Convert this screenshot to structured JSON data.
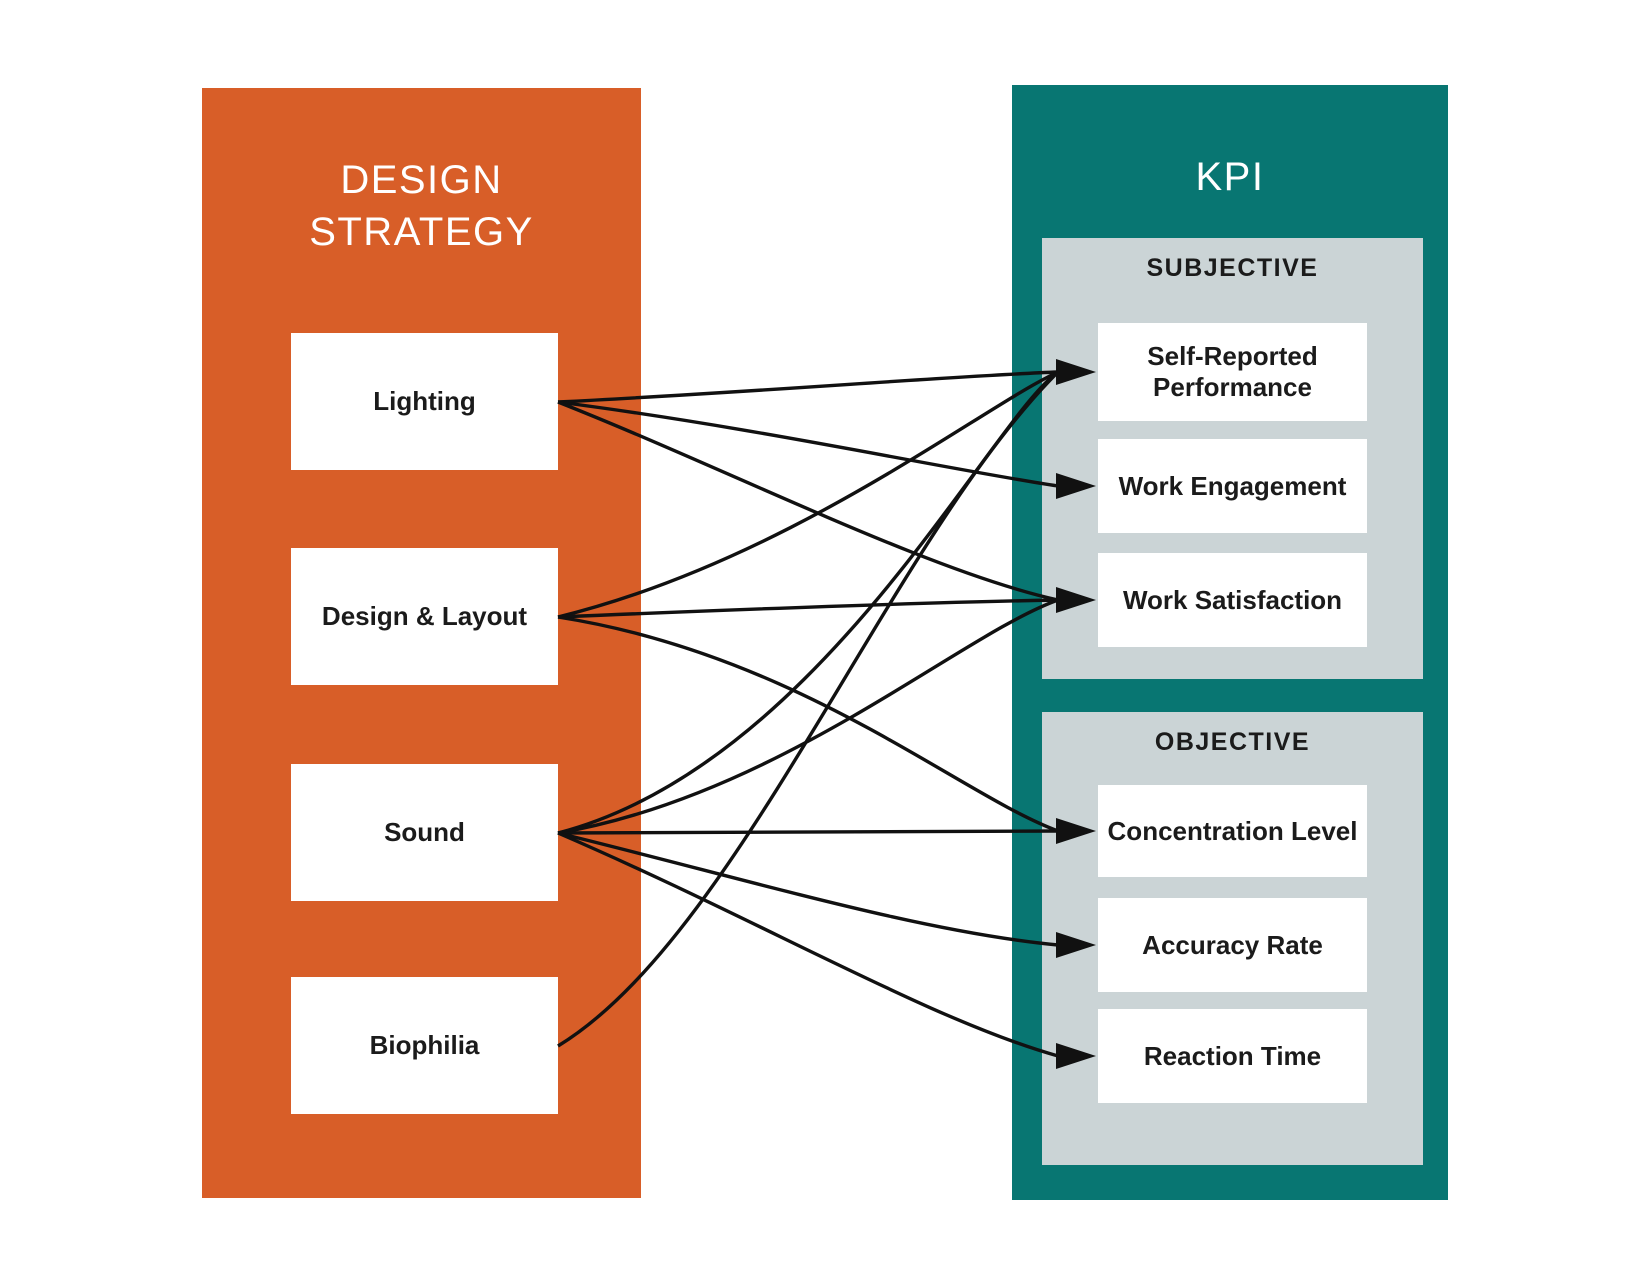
{
  "left_panel": {
    "title_line1": "DESIGN",
    "title_line2": "STRATEGY",
    "items": [
      {
        "id": "lighting",
        "label": "Lighting"
      },
      {
        "id": "design_layout",
        "label": "Design & Layout"
      },
      {
        "id": "sound",
        "label": "Sound"
      },
      {
        "id": "biophilia",
        "label": "Biophilia"
      }
    ]
  },
  "right_panel": {
    "title": "KPI",
    "groups": [
      {
        "id": "subjective",
        "title": "SUBJECTIVE",
        "items": [
          {
            "id": "self_reported_performance",
            "label": "Self-Reported Performance"
          },
          {
            "id": "work_engagement",
            "label": "Work Engagement"
          },
          {
            "id": "work_satisfaction",
            "label": "Work Satisfaction"
          }
        ]
      },
      {
        "id": "objective",
        "title": "OBJECTIVE",
        "items": [
          {
            "id": "concentration_level",
            "label": "Concentration Level"
          },
          {
            "id": "accuracy_rate",
            "label": "Accuracy Rate"
          },
          {
            "id": "reaction_time",
            "label": "Reaction Time"
          }
        ]
      }
    ]
  },
  "edges": [
    {
      "from": "lighting",
      "to": "self_reported_performance"
    },
    {
      "from": "lighting",
      "to": "work_engagement"
    },
    {
      "from": "lighting",
      "to": "work_satisfaction"
    },
    {
      "from": "design_layout",
      "to": "self_reported_performance"
    },
    {
      "from": "design_layout",
      "to": "work_satisfaction"
    },
    {
      "from": "design_layout",
      "to": "concentration_level"
    },
    {
      "from": "sound",
      "to": "self_reported_performance"
    },
    {
      "from": "sound",
      "to": "work_satisfaction"
    },
    {
      "from": "sound",
      "to": "concentration_level"
    },
    {
      "from": "sound",
      "to": "accuracy_rate"
    },
    {
      "from": "sound",
      "to": "reaction_time"
    },
    {
      "from": "biophilia",
      "to": "self_reported_performance"
    }
  ],
  "colors": {
    "orange": "#d85e28",
    "teal": "#087672",
    "panel_gray": "#cbd4d6",
    "line": "#111111",
    "box_bg": "#ffffff",
    "box_text": "#1b1b1b",
    "title_text": "#ffffff"
  }
}
